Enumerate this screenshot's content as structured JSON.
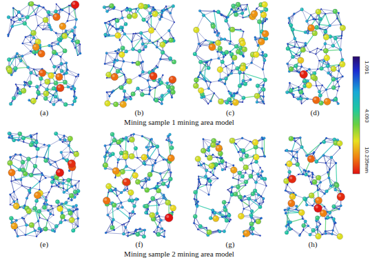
{
  "diagram": {
    "labels": [
      "(a)",
      "(b)",
      "(c)",
      "(d)",
      "Mining sample 1 mining area model",
      "(e)",
      "(f)",
      "(g)",
      "(h)",
      "Mining sample 2 mining area model",
      "1.091",
      "4.093",
      "10.235mm"
    ]
  }
}
